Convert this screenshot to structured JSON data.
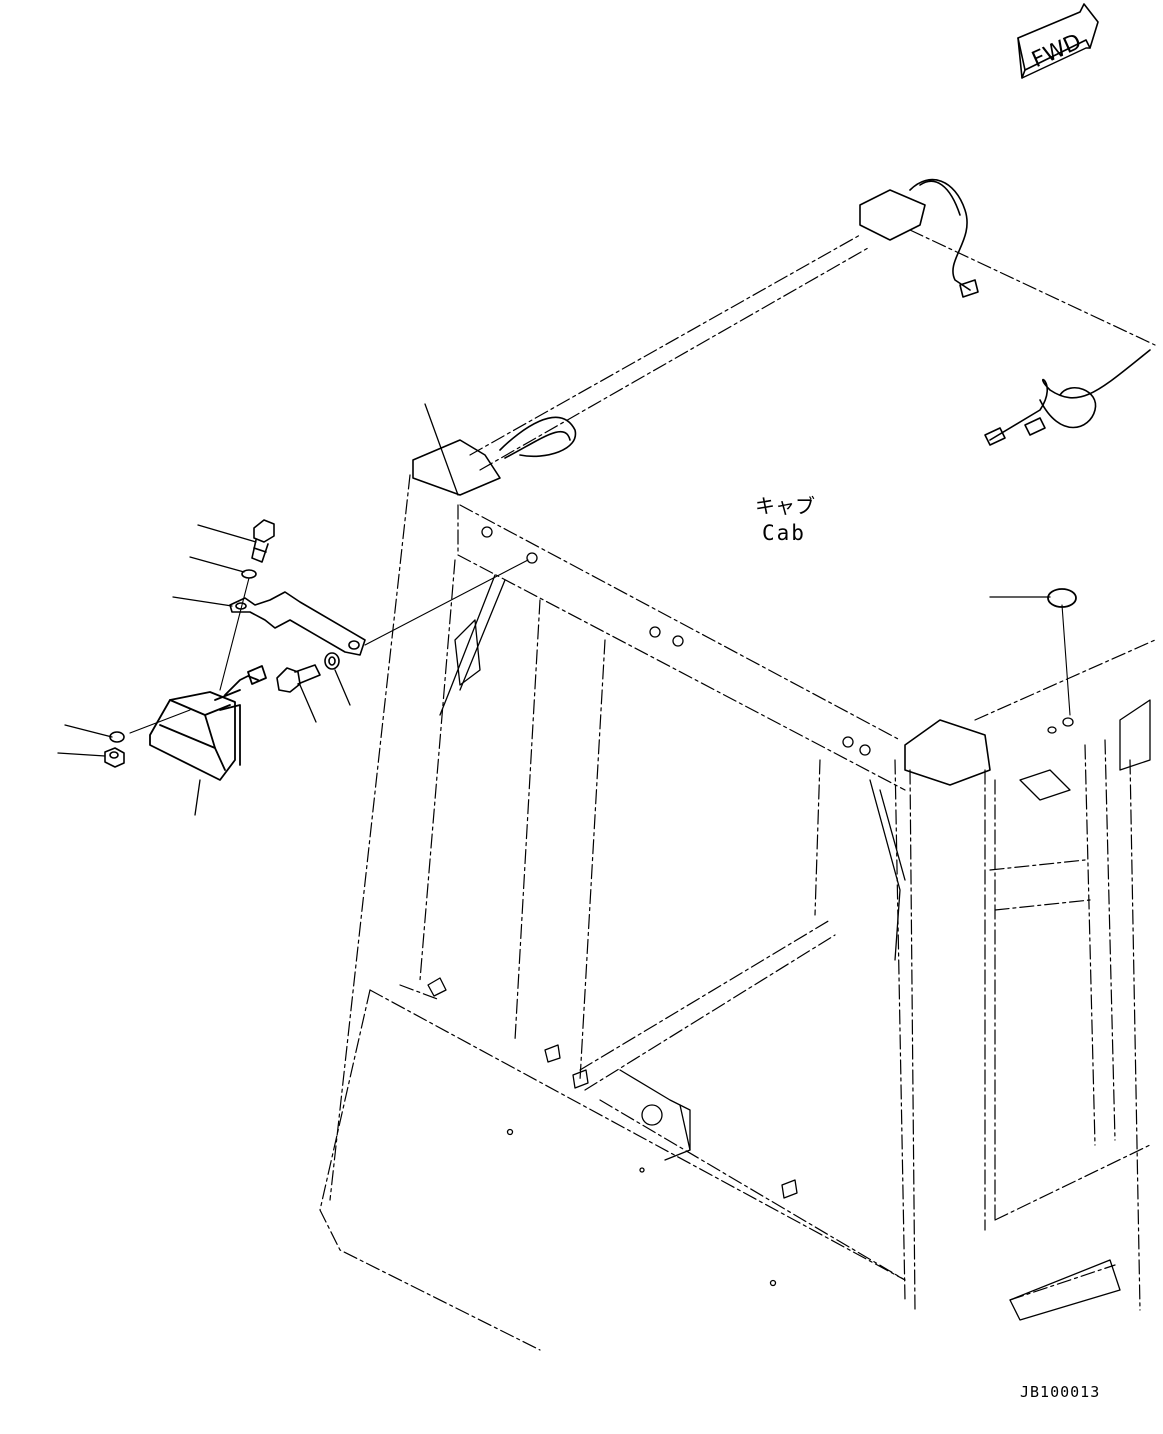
{
  "direction_indicator": {
    "text": "FWD"
  },
  "cab_label": {
    "japanese": "キャブ",
    "english": "Cab"
  },
  "drawing_code": "JB100013",
  "colors": {
    "line": "#000000",
    "background": "#ffffff"
  }
}
